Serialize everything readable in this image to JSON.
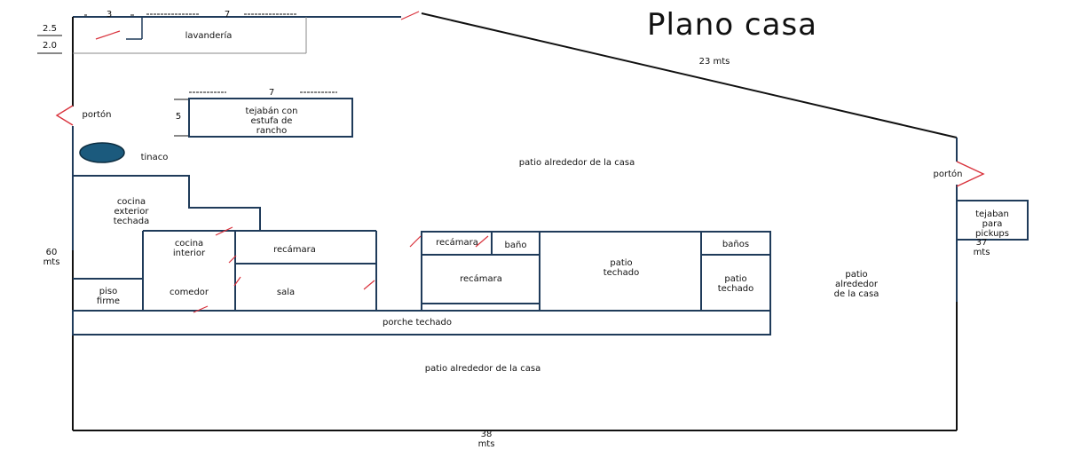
{
  "title": "Plano casa",
  "colors": {
    "wall": "#1f3b5a",
    "outline": "#111111",
    "door": "#d9323c",
    "tank": "#1b5a7d"
  },
  "icons": {
    "tank": "water-tank-icon",
    "gate": "gate-opening-icon",
    "door": "door-swing-icon"
  },
  "dimensions": {
    "top_left_small": "3",
    "top_lavanderia": "7",
    "left_top_a": "2.5",
    "left_top_b": "2.0",
    "tejaban_width": "7",
    "tejaban_height": "5",
    "diagonal": "23 mts",
    "left_side": "60\nmts",
    "right_side": "37\nmts",
    "bottom": "38\nmts"
  },
  "rooms": {
    "lavanderia": "lavandería",
    "porton_left": "portón",
    "tejaban_estufa": "tejabán con\nestufa de\nrancho",
    "tinaco": "tinaco",
    "patio_top": "patio alrededor de la casa",
    "porton_right": "portón",
    "tejaban_pickups": "tejaban\npara\npickups",
    "cocina_exterior": "cocina\nexterior\ntechada",
    "cocina_interior": "cocina\ninterior",
    "recamara_1": "recámara",
    "recamara_2": "recámara",
    "bano": "baño",
    "patio_techado_1": "patio\ntechado",
    "banos": "baños",
    "patio_techado_2": "patio\ntechado",
    "patio_right": "patio\nalrededor\nde la casa",
    "piso_firme": "piso\nfirme",
    "comedor": "comedor",
    "sala": "sala",
    "recamara_3": "recámara",
    "porche": "porche techado",
    "patio_bottom": "patio alrededor de la casa"
  }
}
